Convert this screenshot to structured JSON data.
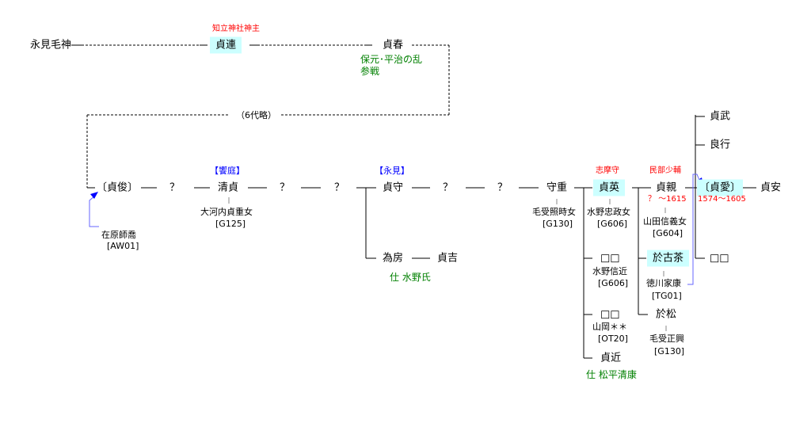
{
  "top": {
    "ancestor": "永見毛神",
    "sadatsura": "貞連",
    "sadatsura_title": "知立神社神主",
    "sadaharu": "貞春",
    "sadaharu_note1": "保元･平治の乱",
    "sadaharu_note2": "参戦",
    "omitted": "（6代略）"
  },
  "main": {
    "sadatoshi": "〔貞俊〕",
    "sadatoshi_father": "在原師喬",
    "sadatoshi_father_ref": "[AW01]",
    "q1": "？",
    "kiyosada": "清貞",
    "kiyosada_clan": "【饗庭】",
    "kiyosada_wife": "大河内貞重女",
    "kiyosada_wife_ref": "[G125]",
    "q2": "？",
    "q3": "？",
    "sadamori": "貞守",
    "sadamori_clan": "【永見】",
    "q4": "？",
    "q5": "？",
    "tamefusa": "為房",
    "sadayoshi": "貞吉",
    "tamefusa_note": "仕 水野氏",
    "morishige": "守重",
    "morishige_wife": "毛受照時女",
    "morishige_wife_ref": "[G130]",
    "sadahide": "貞英",
    "sadahide_title": "志摩守",
    "sadahide_wife": "水野忠政女",
    "sadahide_wife_ref": "[G606]",
    "unk1": "□□",
    "unk1_spouse": "水野信近",
    "unk1_ref": "[G606]",
    "unk2": "□□",
    "unk2_spouse": "山岡＊＊",
    "unk2_ref": "[OT20]",
    "sadachika": "貞近",
    "sadachika_note": "仕 松平清康",
    "sadachika2": "貞親",
    "sadachika2_title": "民部少輔",
    "sadachika2_years": "？ ～1615",
    "sadachika2_wife": "山田信義女",
    "sadachika2_wife_ref": "[G604]",
    "okocha": "於古茶",
    "okocha_spouse": "徳川家康",
    "okocha_ref": "[TG01]",
    "omatsu": "於松",
    "omatsu_spouse": "毛受正興",
    "omatsu_ref": "[G130]",
    "sadatake": "貞武",
    "yoshiyuki": "良行",
    "sadachika3": "〔貞愛〕",
    "sadachika3_years": "1574～1605",
    "sadayasu": "貞安",
    "unk3": "□□"
  },
  "colors": {
    "highlight": "#ccffff",
    "title": "#ff0000",
    "clan": "#0000ff",
    "note": "#008000",
    "link": "#6666ff"
  }
}
